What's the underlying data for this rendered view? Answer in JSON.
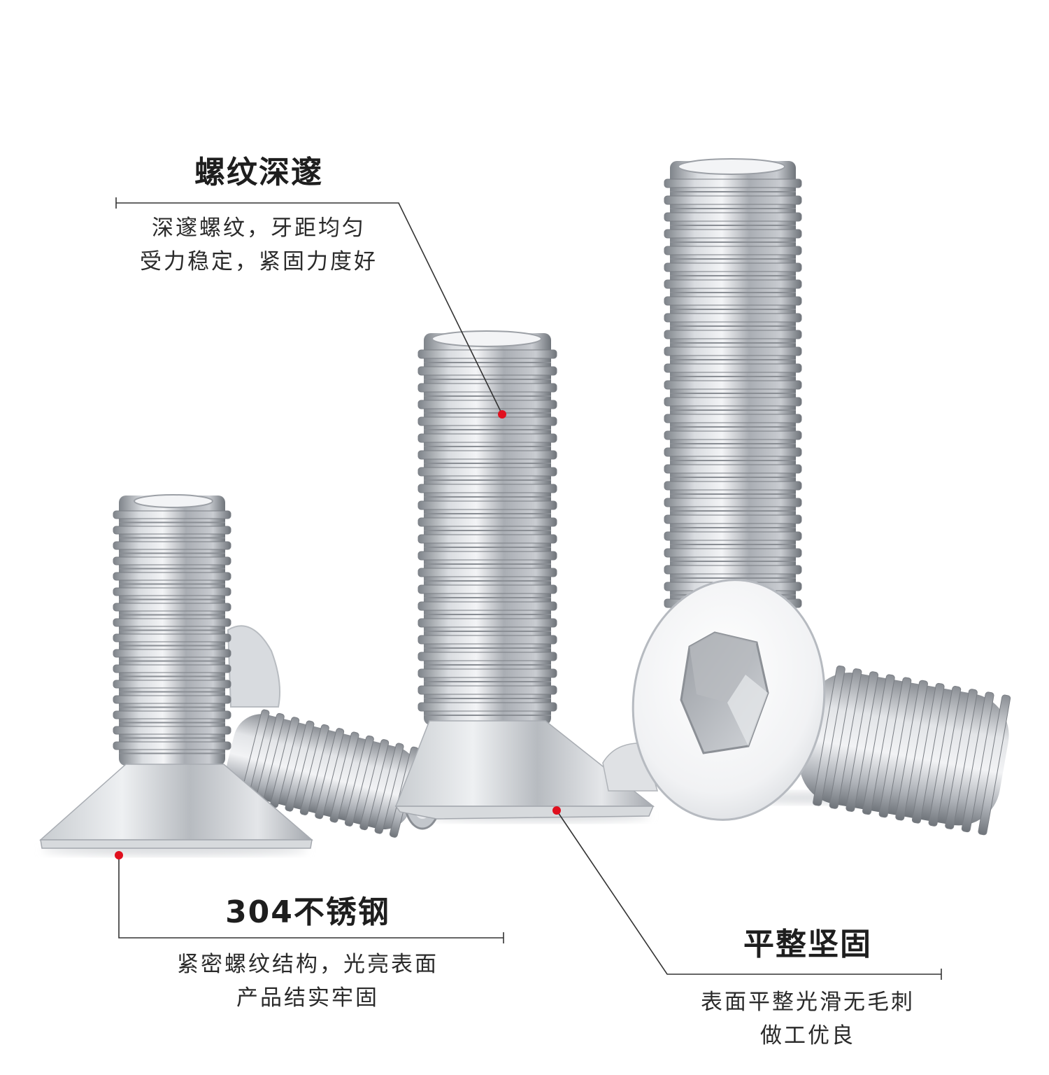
{
  "callouts": [
    {
      "title": "螺纹深邃",
      "lines": [
        "深邃螺纹，牙距均匀",
        "受力稳定，紧固力度好"
      ]
    },
    {
      "title": "304不锈钢",
      "lines": [
        "紧密螺纹结构，光亮表面",
        "产品结实牢固"
      ]
    },
    {
      "title": "平整坚固",
      "lines": [
        "表面平整光滑无毛刺",
        "做工优良"
      ]
    }
  ],
  "colors": {
    "background": "#ffffff",
    "title_text": "#1e1e1e",
    "body_text": "#2a2a2a",
    "leader_line": "#333333",
    "marker_dot": "#e0101e",
    "steel_light": "#eef0f2",
    "steel_mid": "#b4b8be",
    "steel_dark": "#74787e"
  },
  "icons": [
    "countersunk-hex-socket-screw",
    "hex-socket-icon",
    "red-marker-dot"
  ]
}
